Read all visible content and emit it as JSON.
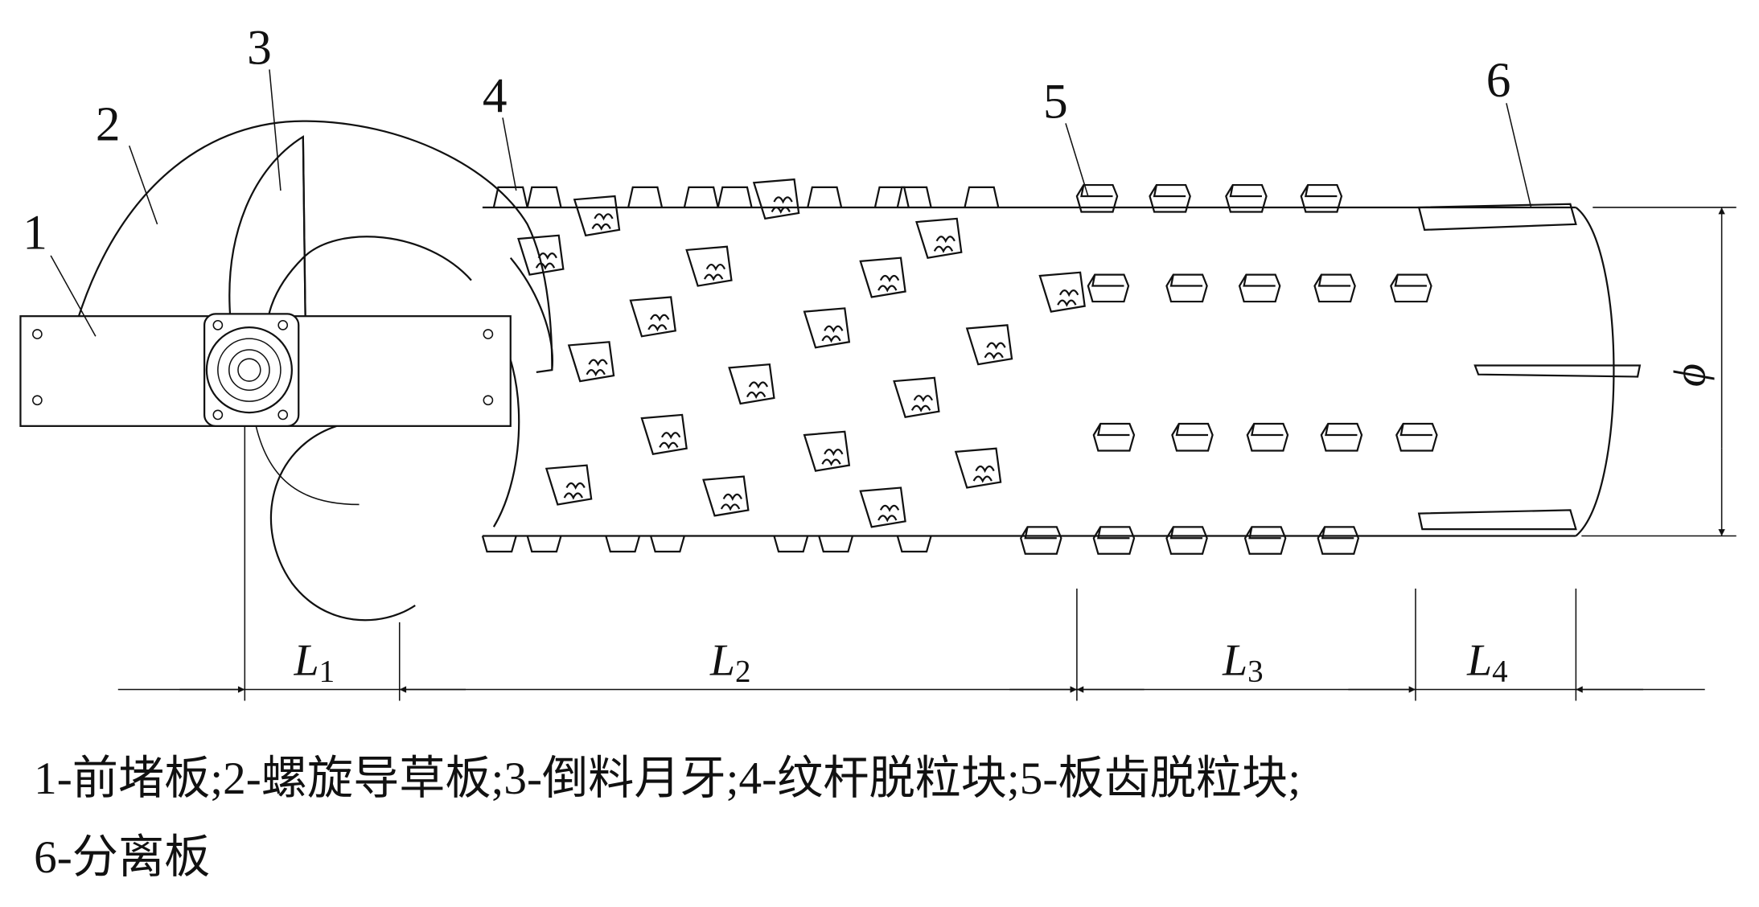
{
  "figure": {
    "part_labels": [
      "1",
      "2",
      "3",
      "4",
      "5",
      "6"
    ],
    "dimensions": {
      "L1": {
        "letter": "L",
        "sub": "1"
      },
      "L2": {
        "letter": "L",
        "sub": "2"
      },
      "L3": {
        "letter": "L",
        "sub": "3"
      },
      "L4": {
        "letter": "L",
        "sub": "4"
      },
      "diameter": "ϕ"
    }
  },
  "caption": {
    "line1": "1-前堵板;2-螺旋导草板;3-倒料月牙;4-纹杆脱粒块;5-板齿脱粒块;",
    "line2": "6-分离板"
  }
}
